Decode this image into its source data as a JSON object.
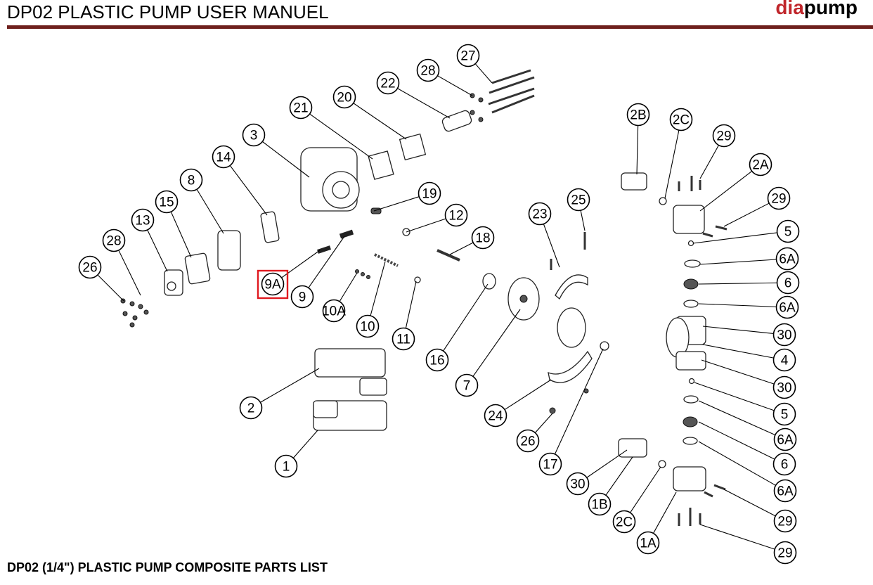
{
  "header": {
    "title": "DP02 PLASTIC PUMP USER MANUEL",
    "logo_part1": "dia",
    "logo_part2": "pump"
  },
  "footer": {
    "title": "DP02 (1/4\") PLASTIC PUMP COMPOSITE PARTS LIST"
  },
  "colors": {
    "rule": "#6e1f1c",
    "highlight": "#e0191f",
    "logo_accent": "#c0262b"
  },
  "callouts": [
    "27",
    "28",
    "22",
    "20",
    "21",
    "3",
    "14",
    "8",
    "15",
    "13",
    "28",
    "26",
    "19",
    "12",
    "18",
    "9A",
    "9",
    "10A",
    "10",
    "11",
    "2",
    "1",
    "16",
    "7",
    "23",
    "25",
    "24",
    "26",
    "17",
    "2B",
    "2C",
    "29",
    "2A",
    "29",
    "5",
    "6A",
    "6",
    "6A",
    "30",
    "4",
    "30",
    "5",
    "6A",
    "6",
    "6A",
    "29",
    "29",
    "30",
    "1B",
    "2C",
    "1A"
  ],
  "highlighted_callout": "9A"
}
